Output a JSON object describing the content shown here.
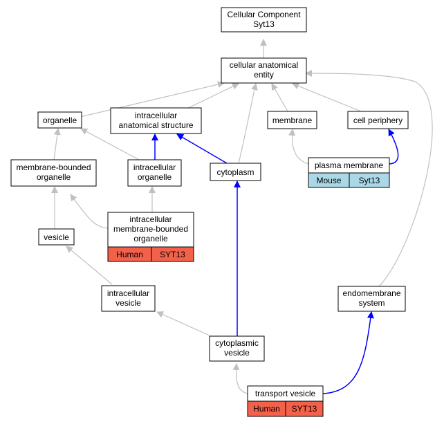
{
  "colors": {
    "grey_edge": "#c0c0c0",
    "blue_edge": "#0000ff",
    "human_fill": "#f4614b",
    "mouse_fill": "#aad8e6",
    "node_border": "#000000"
  },
  "nodes": {
    "root": {
      "lines": [
        "Cellular Component",
        "Syt13"
      ]
    },
    "cae": {
      "lines": [
        "cellular anatomical",
        "entity"
      ]
    },
    "organelle": {
      "lines": [
        "organelle"
      ]
    },
    "ias": {
      "lines": [
        "intracellular",
        "anatomical structure"
      ]
    },
    "membrane": {
      "lines": [
        "membrane"
      ]
    },
    "cell_periphery": {
      "lines": [
        "cell periphery"
      ]
    },
    "mbo": {
      "lines": [
        "membrane-bounded",
        "organelle"
      ]
    },
    "io": {
      "lines": [
        "intracellular",
        "organelle"
      ]
    },
    "cytoplasm": {
      "lines": [
        "cytoplasm"
      ]
    },
    "plasma_membrane": {
      "lines": [
        "plasma membrane"
      ],
      "tags": [
        "Mouse",
        "Syt13"
      ]
    },
    "imbo": {
      "lines": [
        "intracellular",
        "membrane-bounded",
        "organelle"
      ],
      "tags": [
        "Human",
        "SYT13"
      ]
    },
    "vesicle": {
      "lines": [
        "vesicle"
      ]
    },
    "iv": {
      "lines": [
        "intracellular",
        "vesicle"
      ]
    },
    "endomembrane": {
      "lines": [
        "endomembrane",
        "system"
      ]
    },
    "cv": {
      "lines": [
        "cytoplasmic",
        "vesicle"
      ]
    },
    "transport_vesicle": {
      "lines": [
        "transport vesicle"
      ],
      "tags": [
        "Human",
        "SYT13"
      ]
    }
  }
}
